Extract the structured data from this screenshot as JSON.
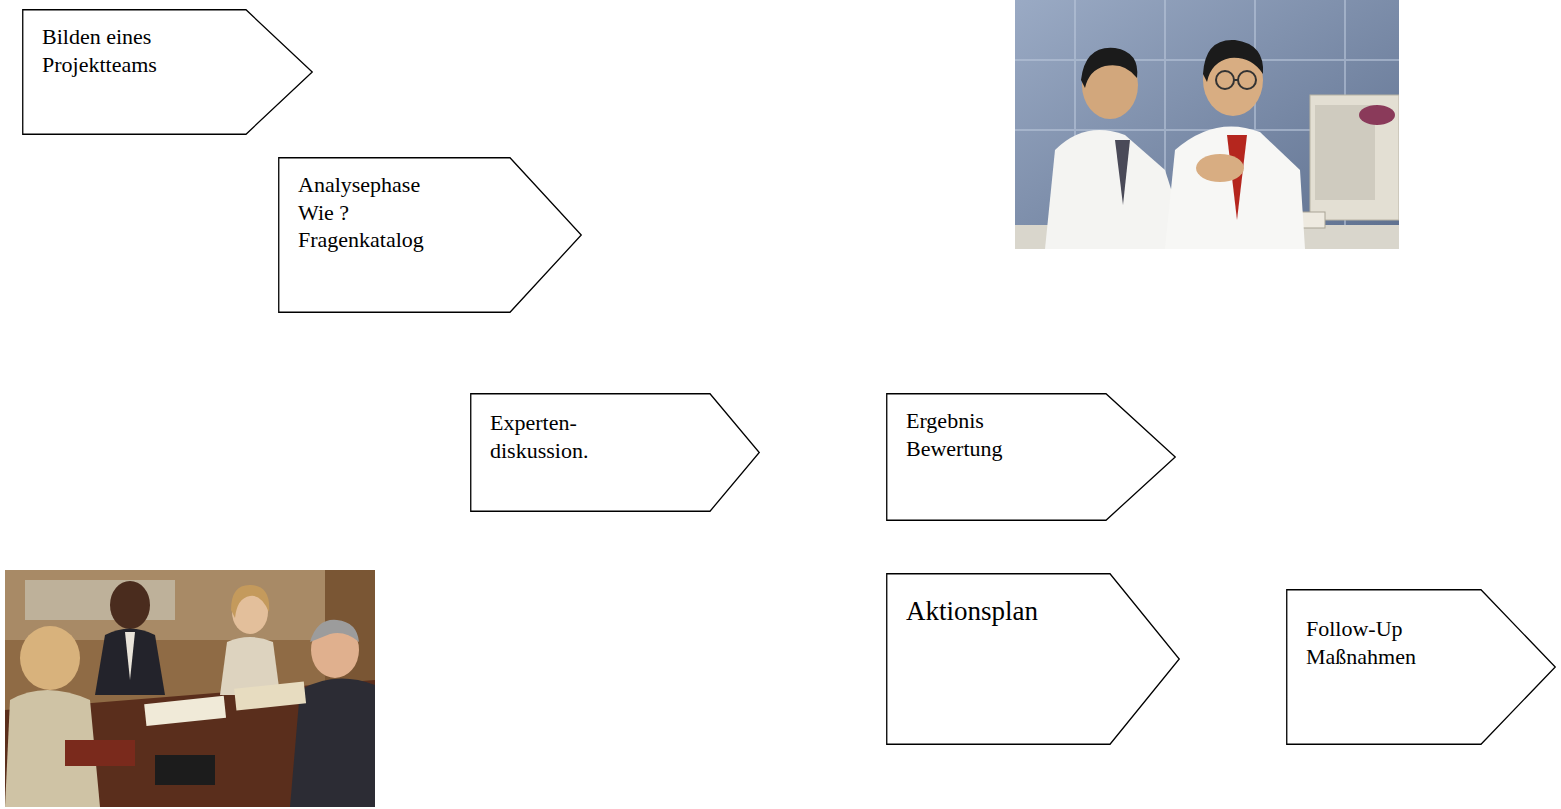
{
  "diagram": {
    "nodes": [
      {
        "text": [
          "Bilden eines Projektteams"
        ]
      },
      {
        "text": [
          "Analysephase Wie ? Fragenkatalog"
        ]
      },
      {
        "text": [
          "Experten- diskussion."
        ]
      },
      {
        "text": [
          "Ergebnis Bewertung"
        ]
      },
      {
        "text": [
          "Aktionsplan"
        ]
      },
      {
        "text": [
          "Follow-Up Maßnahmen"
        ]
      }
    ]
  }
}
